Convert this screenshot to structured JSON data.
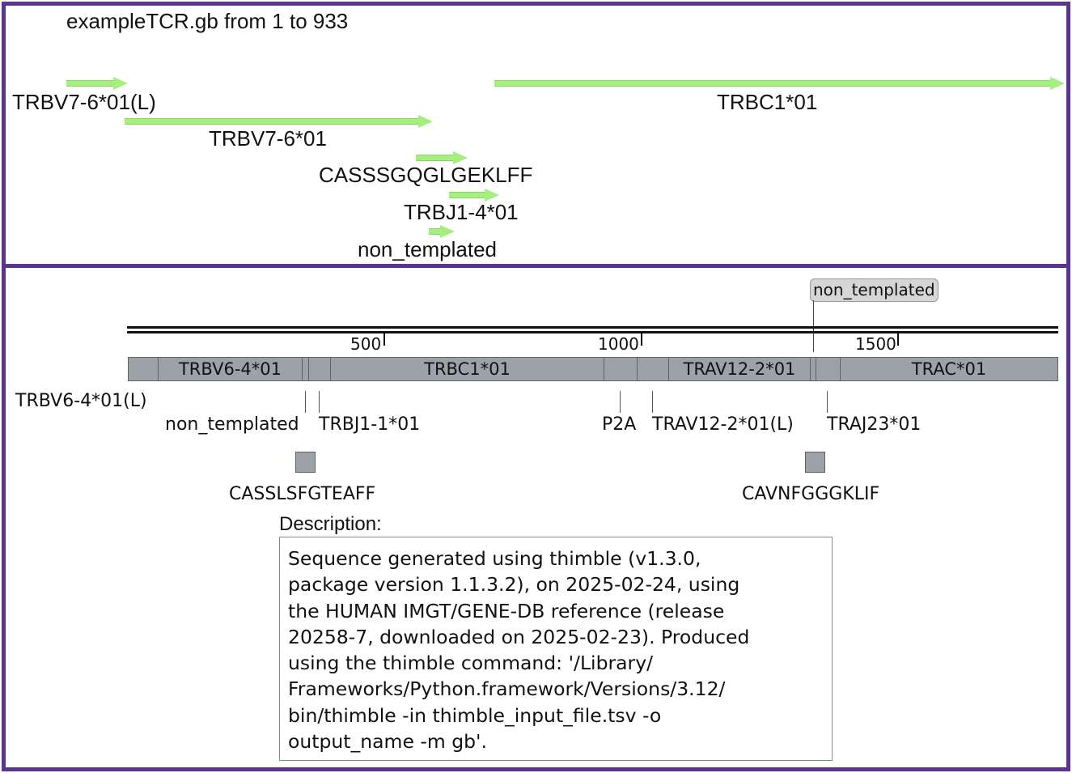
{
  "top_panel": {
    "title": "exampleTCR.gb from 1 to 933",
    "features": [
      {
        "label": "TRBV7-6*01(L)"
      },
      {
        "label": "TRBC1*01"
      },
      {
        "label": "TRBV7-6*01"
      },
      {
        "label": "CASSSGQGLGEKLFF"
      },
      {
        "label": "TRBJ1-4*01"
      },
      {
        "label": "non_templated"
      }
    ]
  },
  "bottom_panel": {
    "tooltip": "non_templated",
    "ticks": [
      "500",
      "1000",
      "1500"
    ],
    "segments": [
      {
        "label": ""
      },
      {
        "label": "TRBV6-4*01"
      },
      {
        "label": ""
      },
      {
        "label": ""
      },
      {
        "label": "TRBC1*01"
      },
      {
        "label": ""
      },
      {
        "label": ""
      },
      {
        "label": "TRAV12-2*01"
      },
      {
        "label": ""
      },
      {
        "label": ""
      },
      {
        "label": "TRAC*01"
      }
    ],
    "below_labels": [
      {
        "label": "TRBV6-4*01(L)"
      },
      {
        "label": "non_templated"
      },
      {
        "label": "TRBJ1-1*01"
      },
      {
        "label": "P2A"
      },
      {
        "label": "TRAV12-2*01(L)"
      },
      {
        "label": "TRAJ23*01"
      }
    ],
    "cdr3_labels": [
      "CASSLSFGTEAFF",
      "CAVNFGGGKLIF"
    ],
    "description_heading": "Description:",
    "description_text": "Sequence generated using thimble (v1.3.0,\npackage version 1.1.3.2), on 2025-02-24, using\nthe HUMAN IMGT/GENE-DB reference (release\n20258-7, downloaded on 2025-02-23). Produced\nusing the thimble command: '/Library/\nFrameworks/Python.framework/Versions/3.12/\nbin/thimble -in thimble_input_file.tsv -o\noutput_name -m gb'."
  },
  "colors": {
    "border": "#5a3590",
    "feature_green": "#a4ef7e",
    "segment_gray": "#9da1a8"
  }
}
